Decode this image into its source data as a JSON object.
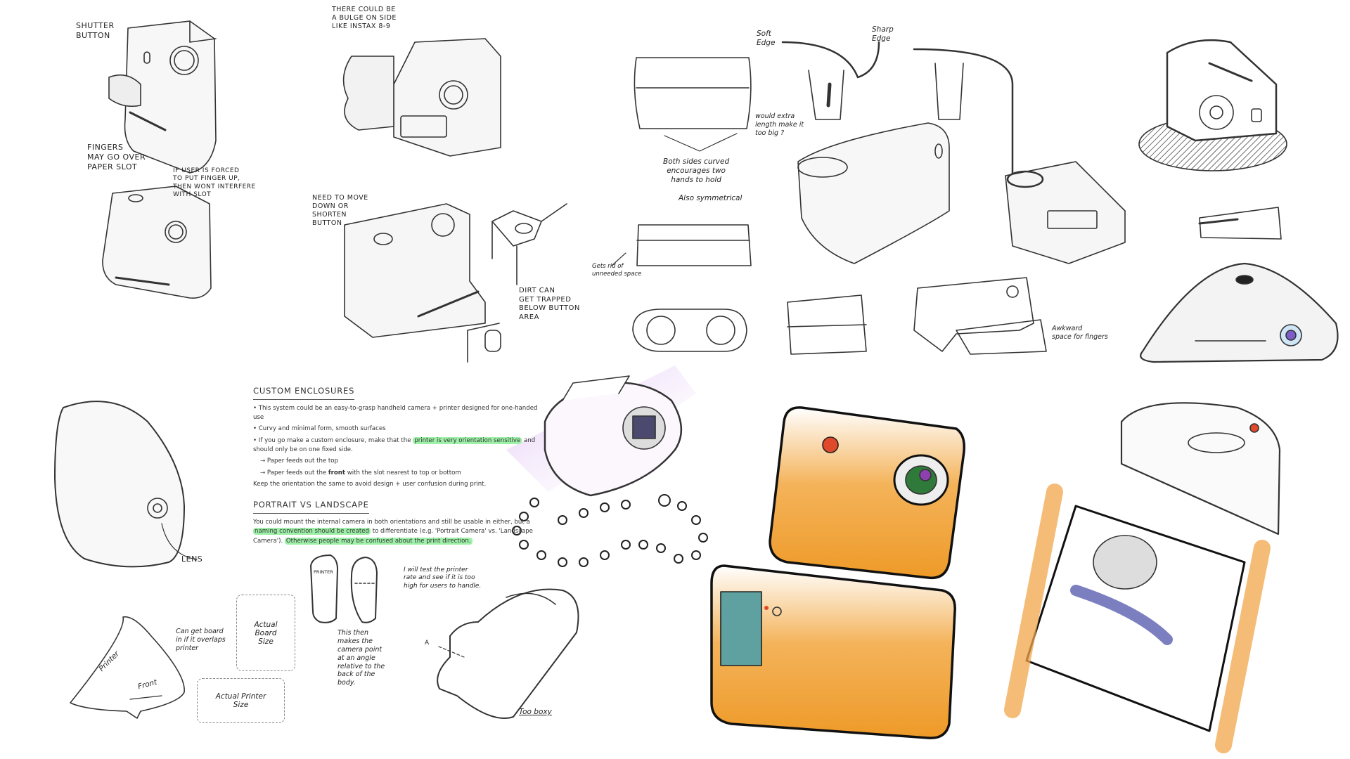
{
  "annotations": {
    "shutter": "SHUTTER\nBUTTON",
    "fingers": "FINGERS\nMAY GO OVER\nPAPER SLOT",
    "forced": "IF USER IS FORCED\nTO PUT FINGER UP,\nTHEN WONT INTERFERE\nWITH SLOT",
    "bulge": "THERE COULD BE\nA BULGE ON SIDE\nLIKE INSTAX 8-9",
    "move": "NEED TO MOVE\nDOWN OR\nSHORTEN\nBUTTON",
    "dirt": "DIRT CAN\nGET TRAPPED\nBELOW BUTTON\nAREA",
    "soft_edge": "Soft\nEdge",
    "sharp_edge": "Sharp\nEdge",
    "both_sides": "Both sides curved\nencourages two\nhands to hold",
    "symmetrical": "Also symmetrical",
    "extra_length": "would extra\nlength make it\ntoo big ?",
    "gets_rid": "Gets rid of\nunneeded space",
    "awkward": "Awkward\nspace for fingers",
    "lens": "LENS",
    "board_overlap": "Can get board\nin if it overlaps\nprinter",
    "printer_label": "Printer",
    "front_label": "Front",
    "actual_board": "Actual\nBoard\nSize",
    "actual_printer": "Actual Printer\nSize",
    "printer_tag": "PRINTER",
    "camera_angle": "This then\nmakes the\ncamera point\nat an angle\nrelative to the\nback of the\nbody.",
    "test_rate": "I will test the printer\nrate and see if it is too\nhigh for users to handle.",
    "section_a": "A",
    "too_boxy": "Too boxy"
  },
  "document": {
    "custom_title": "Custom Enclosures",
    "bullet1": "• This system could be an easy-to-grasp handheld camera + printer designed for one-handed use",
    "bullet2": "• Curvy and minimal form, smooth surfaces",
    "bullet3_pre": "• If you go make a custom enclosure, make that the ",
    "bullet3_hl": "printer is very orientation sensitive",
    "bullet3_post": " and should only be on one fixed side.",
    "arrow1": "→ Paper feeds out the top",
    "arrow2_pre": "→ Paper feeds out the ",
    "arrow2_bold": "front",
    "arrow2_post": " with the slot nearest to top or bottom",
    "keep": "Keep the orientation the same to avoid design + user confusion during print.",
    "portrait_title": "Portrait vs Landscape",
    "p1_pre": "You could mount the internal camera in both orientations and still be usable in either, but a ",
    "p1_hl": "naming convention should be created",
    "p1_post": " to differentiate (e.g. 'Portrait Camera' vs. 'Landscape Camera'). ",
    "p1_hl2": "Otherwise people may be confused about the print direction."
  },
  "colors": {
    "orange": "#f0a030",
    "purple": "#c99ae6",
    "highlight": "#9ef0a8",
    "red": "#e04a2a"
  }
}
